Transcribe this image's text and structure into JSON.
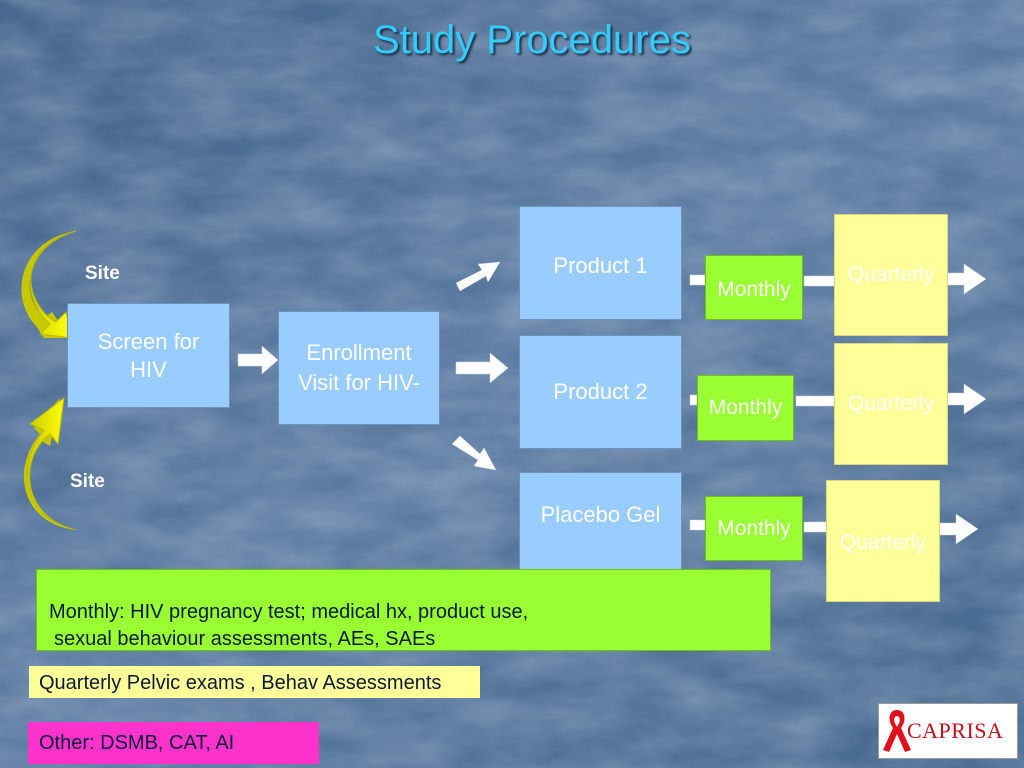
{
  "title": "Study Procedures",
  "site_labels": [
    "Site",
    "Site"
  ],
  "screen_box": "Screen for\nHIV",
  "enrollment_box": "Enrollment\nVisit for HIV-",
  "arms": [
    {
      "product": "Product 1",
      "monthly": "Monthly",
      "quarterly": "Quarterly"
    },
    {
      "product": "Product 2",
      "monthly": "Monthly",
      "quarterly": "Quarterly"
    },
    {
      "product": "Placebo Gel",
      "monthly": "Monthly",
      "quarterly": "Quarterly"
    }
  ],
  "legend": {
    "monthly_line1": "Monthly: HIV pregnancy test; medical hx, product use,",
    "monthly_line2": "sexual behaviour assessments, AEs, SAEs",
    "quarterly": "Quarterly  Pelvic exams , Behav Assessments",
    "other": "Other:  DSMB, CAT, AI"
  },
  "logo": {
    "text": "CAPRISA",
    "ribbon_color": "#e0101a",
    "text_color": "#c0101a"
  },
  "colors": {
    "background": "#4a6c8e",
    "title": "#33ccff",
    "blue_box": "#99ccff",
    "green_box": "#99ff33",
    "yellow_box": "#ffff99",
    "other_box": "#ff33cc",
    "curve_arrow": "#e8e800"
  }
}
